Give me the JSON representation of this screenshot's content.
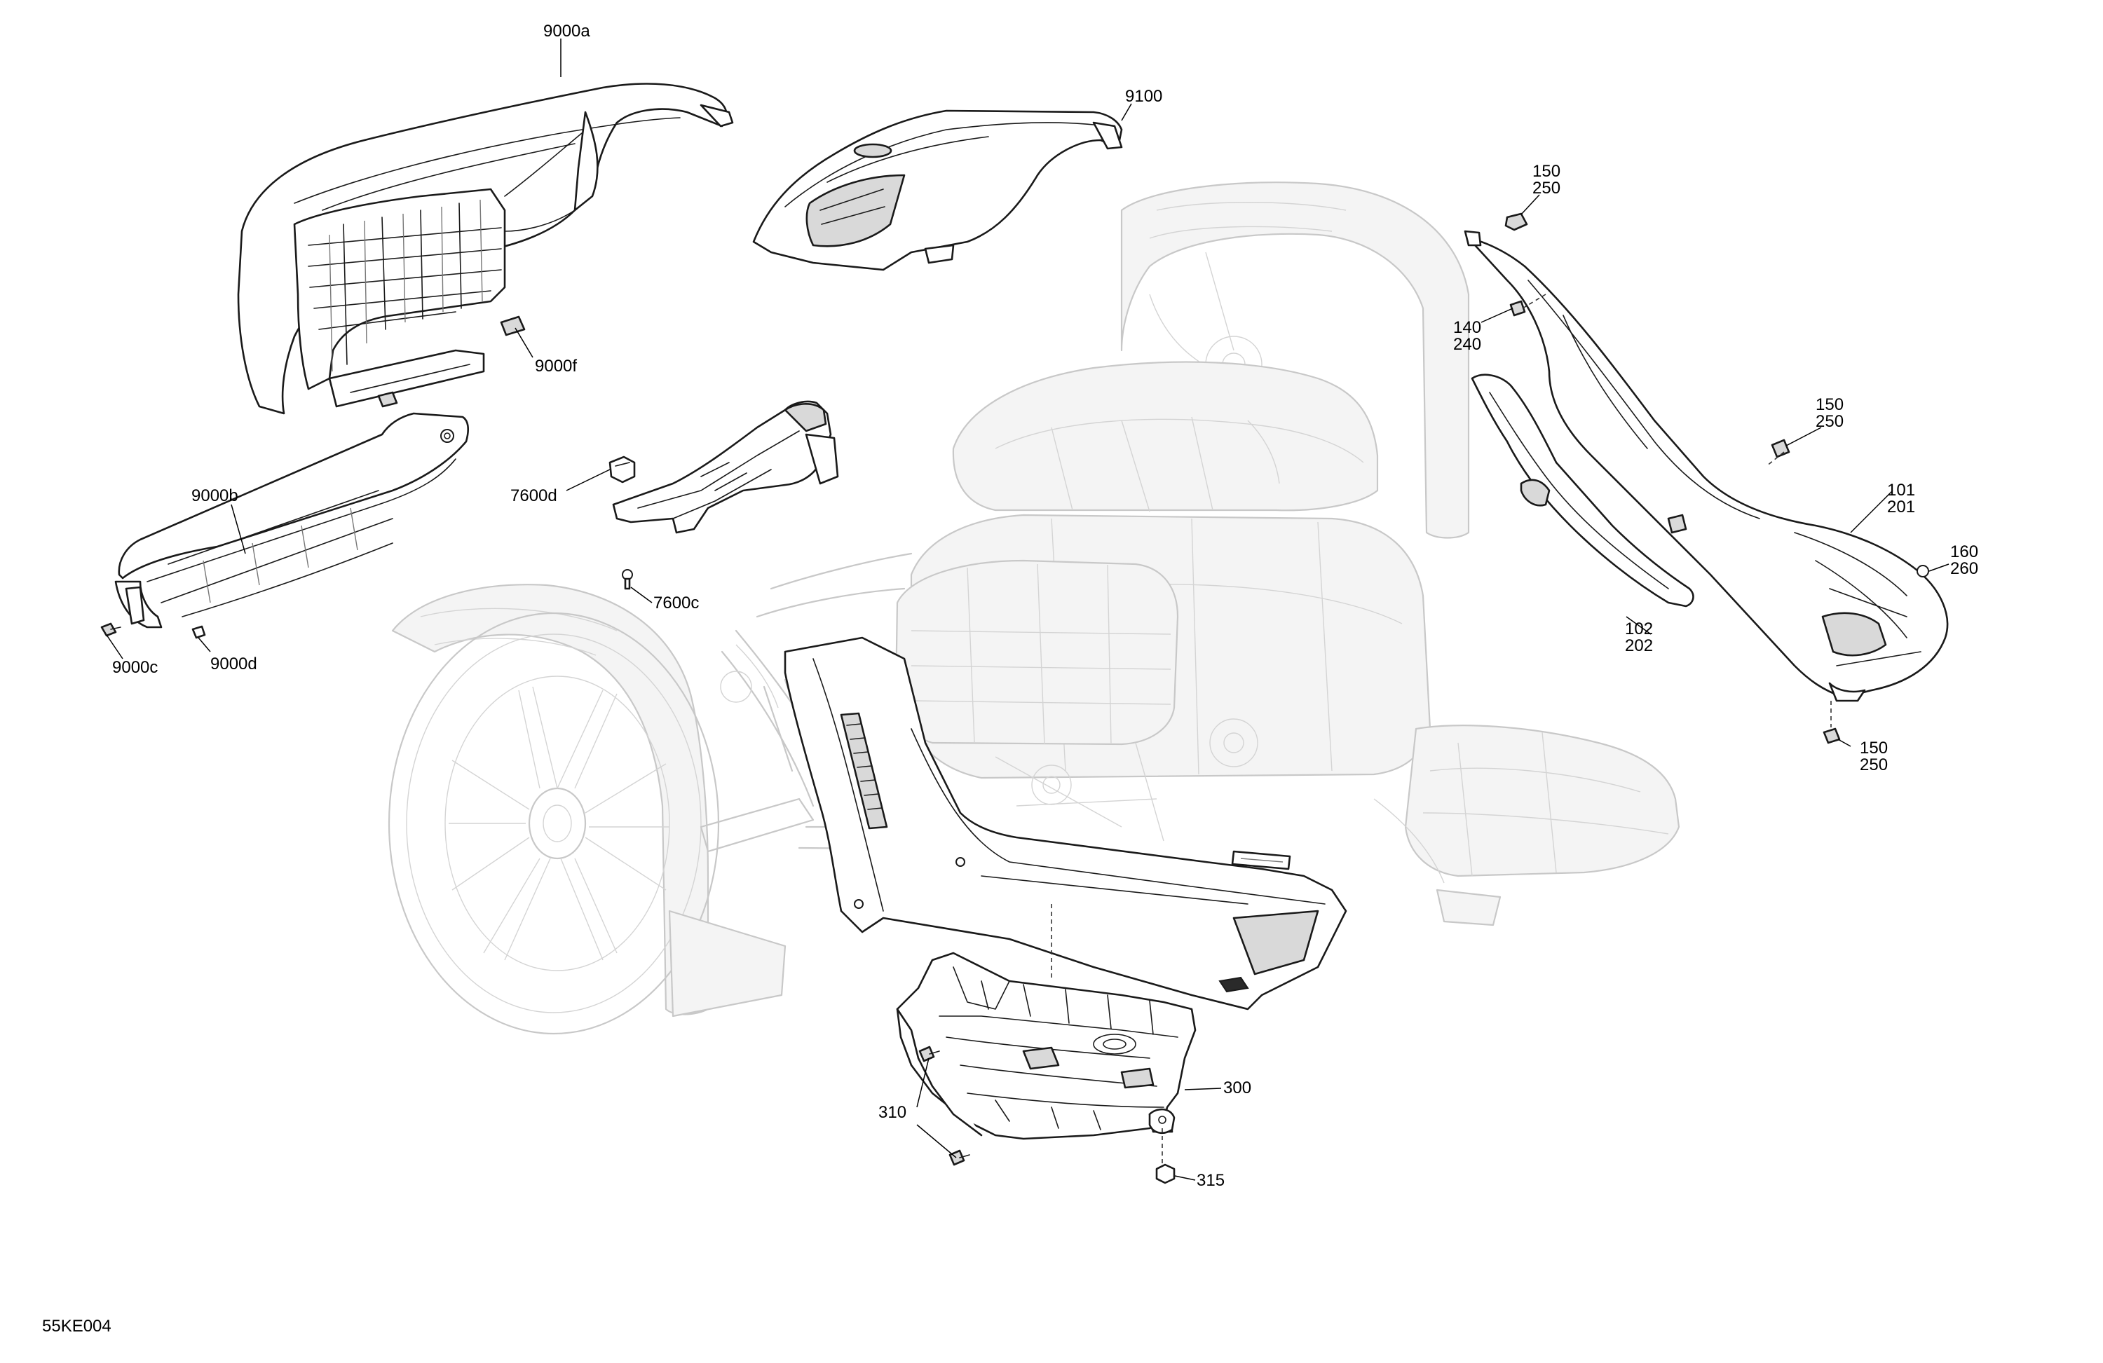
{
  "diagram": {
    "drawing_code": "55KE004",
    "labels": {
      "l9000a": "9000a",
      "l9100": "9100",
      "l150_250_top": "150\n250",
      "l140_240": "140\n240",
      "l9000f": "9000f",
      "l150_250_mid": "150\n250",
      "l101_201": "101\n201",
      "l7600d": "7600d",
      "l9000b": "9000b",
      "l160_260": "160\n260",
      "l7600c": "7600c",
      "l102_202": "102\n202",
      "l9000c": "9000c",
      "l9000d": "9000d",
      "l150_250_bot": "150\n250",
      "l300": "300",
      "l310": "310",
      "l315": "315"
    },
    "colors": {
      "ghost_line": "#c8c8c8",
      "part_line": "#1a1a1a",
      "text": "#000000",
      "background": "#ffffff"
    }
  }
}
